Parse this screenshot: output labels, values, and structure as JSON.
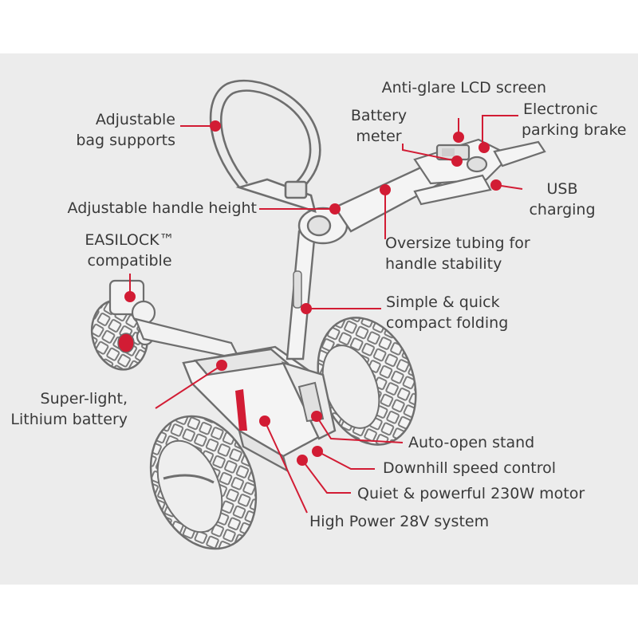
{
  "colors": {
    "background": "#ececec",
    "callout": "#d21c34",
    "text": "#3a3a3a",
    "outline": "#6e6e6e"
  },
  "labels": {
    "anti_glare": "Anti-glare LCD screen",
    "battery_meter": [
      "Battery",
      "meter"
    ],
    "parking_brake": [
      "Electronic",
      "parking brake"
    ],
    "bag_supports": [
      "Adjustable",
      "bag supports"
    ],
    "usb": [
      "USB",
      "charging"
    ],
    "handle_height": "Adjustable handle height",
    "oversize_tubing": [
      "Oversize tubing for",
      "handle stability"
    ],
    "easilock": [
      "EASILOCK™",
      "compatible"
    ],
    "folding": [
      "Simple & quick",
      "compact folding"
    ],
    "battery": [
      "Super-light,",
      "Lithium battery"
    ],
    "stand": "Auto-open stand",
    "downhill": "Downhill speed control",
    "motor": "Quiet & powerful 230W motor",
    "system": "High Power 28V system"
  }
}
